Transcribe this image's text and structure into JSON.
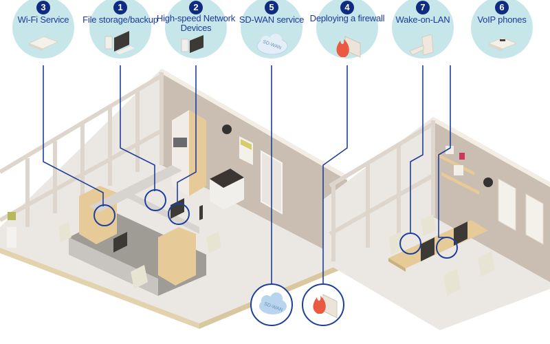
{
  "title": "Office network services",
  "colors": {
    "callout_bg": "#c6e6ea",
    "badge": "#0f2b82",
    "label": "#1a3a9a",
    "line": "#1c3f9a",
    "wall": "#c9beb1",
    "floor": "#ebe8e3",
    "wood": "#e6cb98"
  },
  "services": [
    {
      "number": "3",
      "label": "Wi-Fi Service",
      "icon": "wifi-router-icon"
    },
    {
      "number": "1",
      "label": "File storage/backup",
      "icon": "desktop-computer-icon"
    },
    {
      "number": "2",
      "label": "High-speed Network Devices",
      "icon": "network-computer-icon"
    },
    {
      "number": "5",
      "label": "SD-WAN service",
      "icon": "cloud-icon",
      "icon_text": "SD-WAN"
    },
    {
      "number": "4",
      "label": "Deploying a firewall",
      "icon": "firewall-icon"
    },
    {
      "number": "7",
      "label": "Wake-on-LAN",
      "icon": "server-icon"
    },
    {
      "number": "6",
      "label": "VoIP phones",
      "icon": "phone-icon"
    }
  ],
  "bottom_callouts": [
    {
      "icon": "cloud-icon",
      "icon_text": "SD-WAN"
    },
    {
      "icon": "firewall-icon"
    }
  ]
}
